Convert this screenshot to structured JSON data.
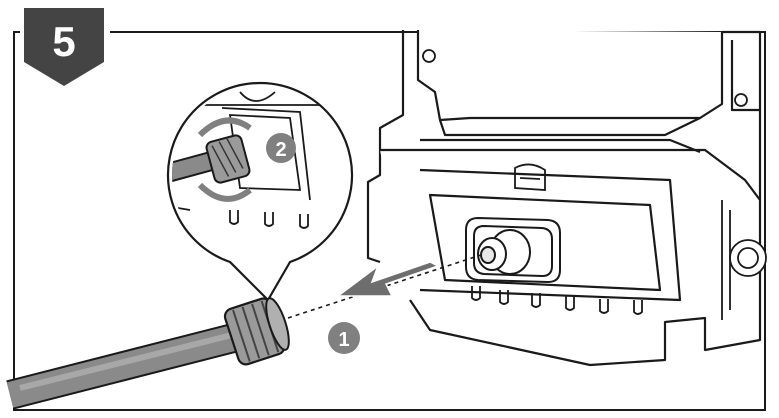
{
  "step": {
    "number": "5"
  },
  "callouts": [
    {
      "id": "callout-1",
      "label": "1"
    },
    {
      "id": "callout-2",
      "label": "2"
    }
  ],
  "colors": {
    "badge": "#444444",
    "callout": "#808080",
    "line": "#1a1a1a",
    "arrow": "#6e6e6e",
    "hose": "#8a8a8a",
    "background": "#ffffff"
  }
}
